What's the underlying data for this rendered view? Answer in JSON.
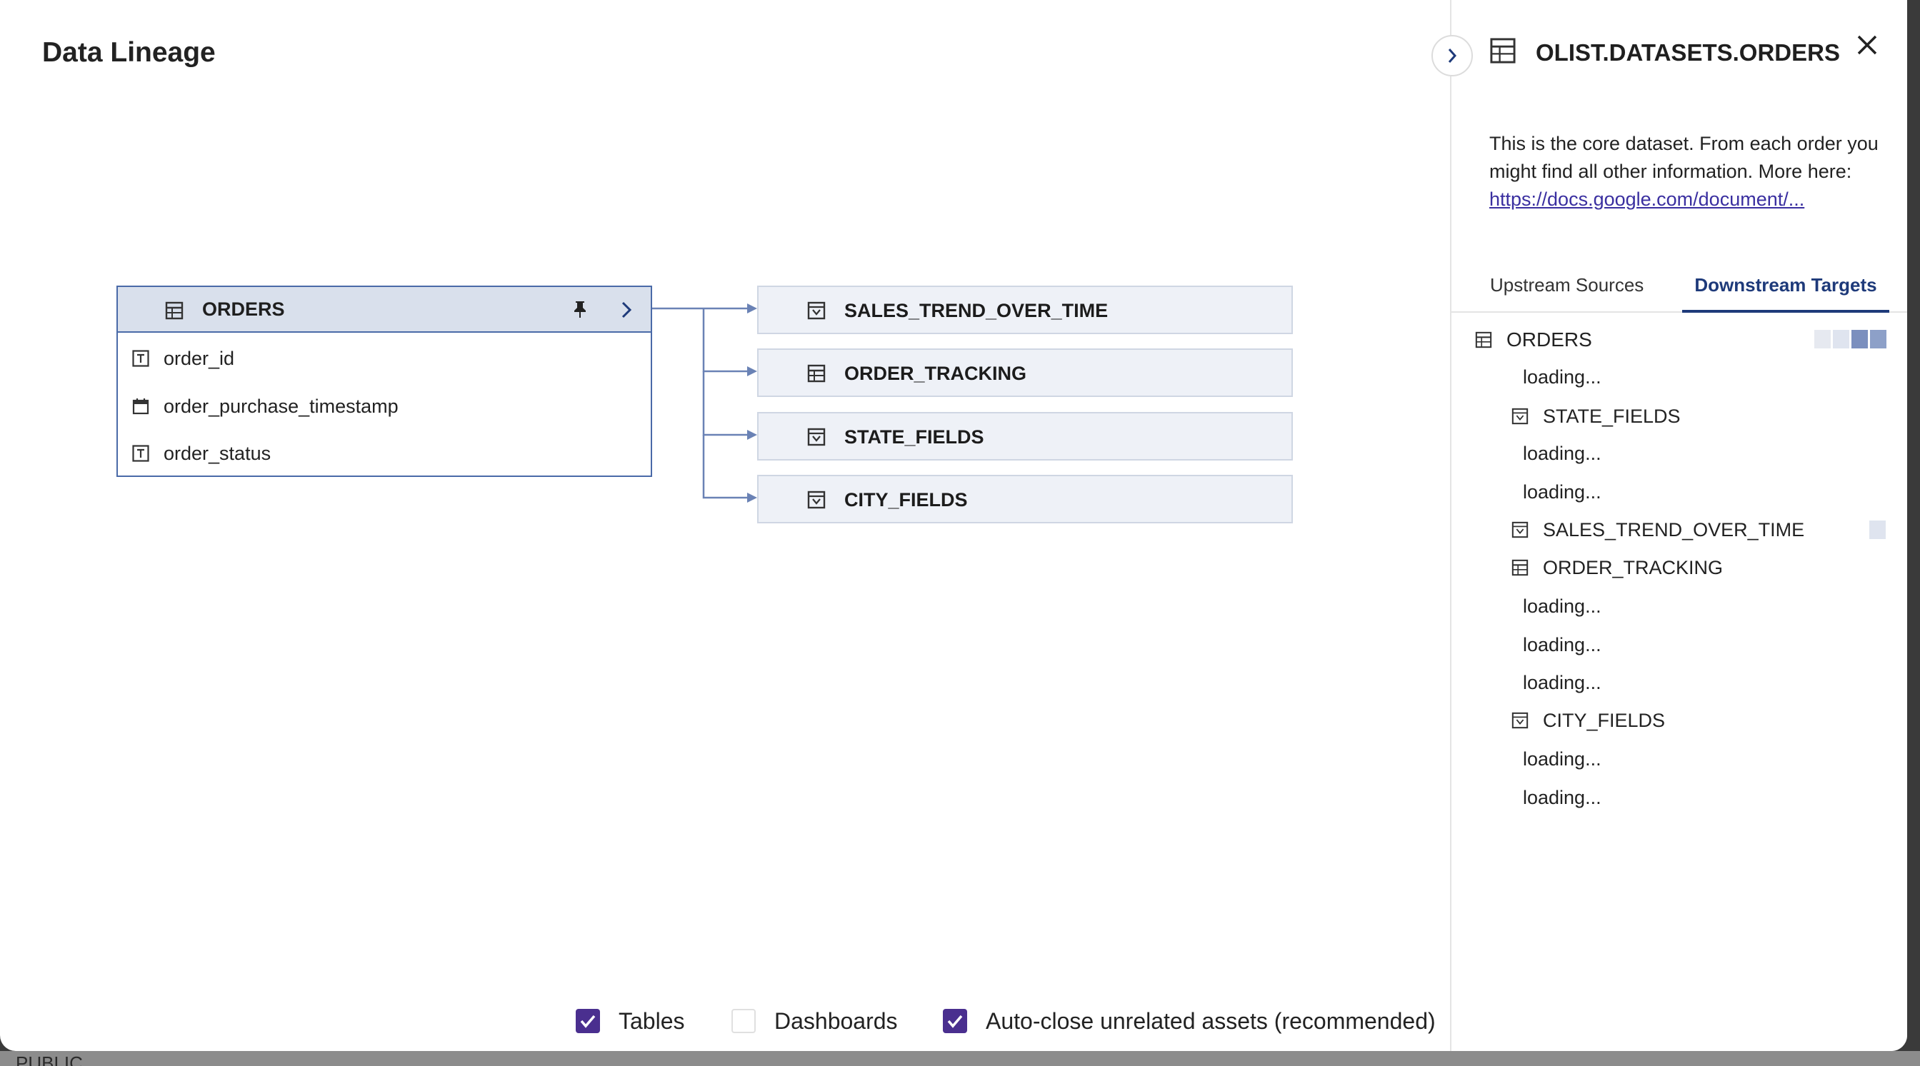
{
  "page": {
    "title": "Data Lineage"
  },
  "source": {
    "name": "ORDERS",
    "columns": [
      {
        "label": "order_id",
        "icon": "text-type-icon"
      },
      {
        "label": "order_purchase_timestamp",
        "icon": "calendar-icon"
      },
      {
        "label": "order_status",
        "icon": "text-type-icon"
      }
    ]
  },
  "targets": [
    {
      "name": "SALES_TREND_OVER_TIME",
      "icon": "view-icon"
    },
    {
      "name": "ORDER_TRACKING",
      "icon": "table-icon"
    },
    {
      "name": "STATE_FIELDS",
      "icon": "view-icon"
    },
    {
      "name": "CITY_FIELDS",
      "icon": "view-icon"
    }
  ],
  "footer": {
    "tables": {
      "label": "Tables",
      "checked": true
    },
    "dashboards": {
      "label": "Dashboards",
      "checked": false
    },
    "autoclose": {
      "label": "Auto-close unrelated assets (recommended)",
      "checked": true
    }
  },
  "panel": {
    "title": "OLIST.DATASETS.ORDERS",
    "description": "This is the core dataset. From each order you might find all other information. More here:",
    "link": "https://docs.google.com/document/...",
    "tabs": {
      "upstream": "Upstream Sources",
      "downstream": "Downstream Targets"
    },
    "tree": {
      "root": "ORDERS",
      "loading": "loading...",
      "items": [
        "STATE_FIELDS",
        "SALES_TREND_OVER_TIME",
        "ORDER_TRACKING",
        "CITY_FIELDS"
      ]
    }
  },
  "background": {
    "under_text": "PUBLIC"
  },
  "colors": {
    "accent": "#1e3a7a",
    "checkbox": "#4a2f8f",
    "node_header": "#d9e0ec",
    "edge": "#6a82b5"
  }
}
